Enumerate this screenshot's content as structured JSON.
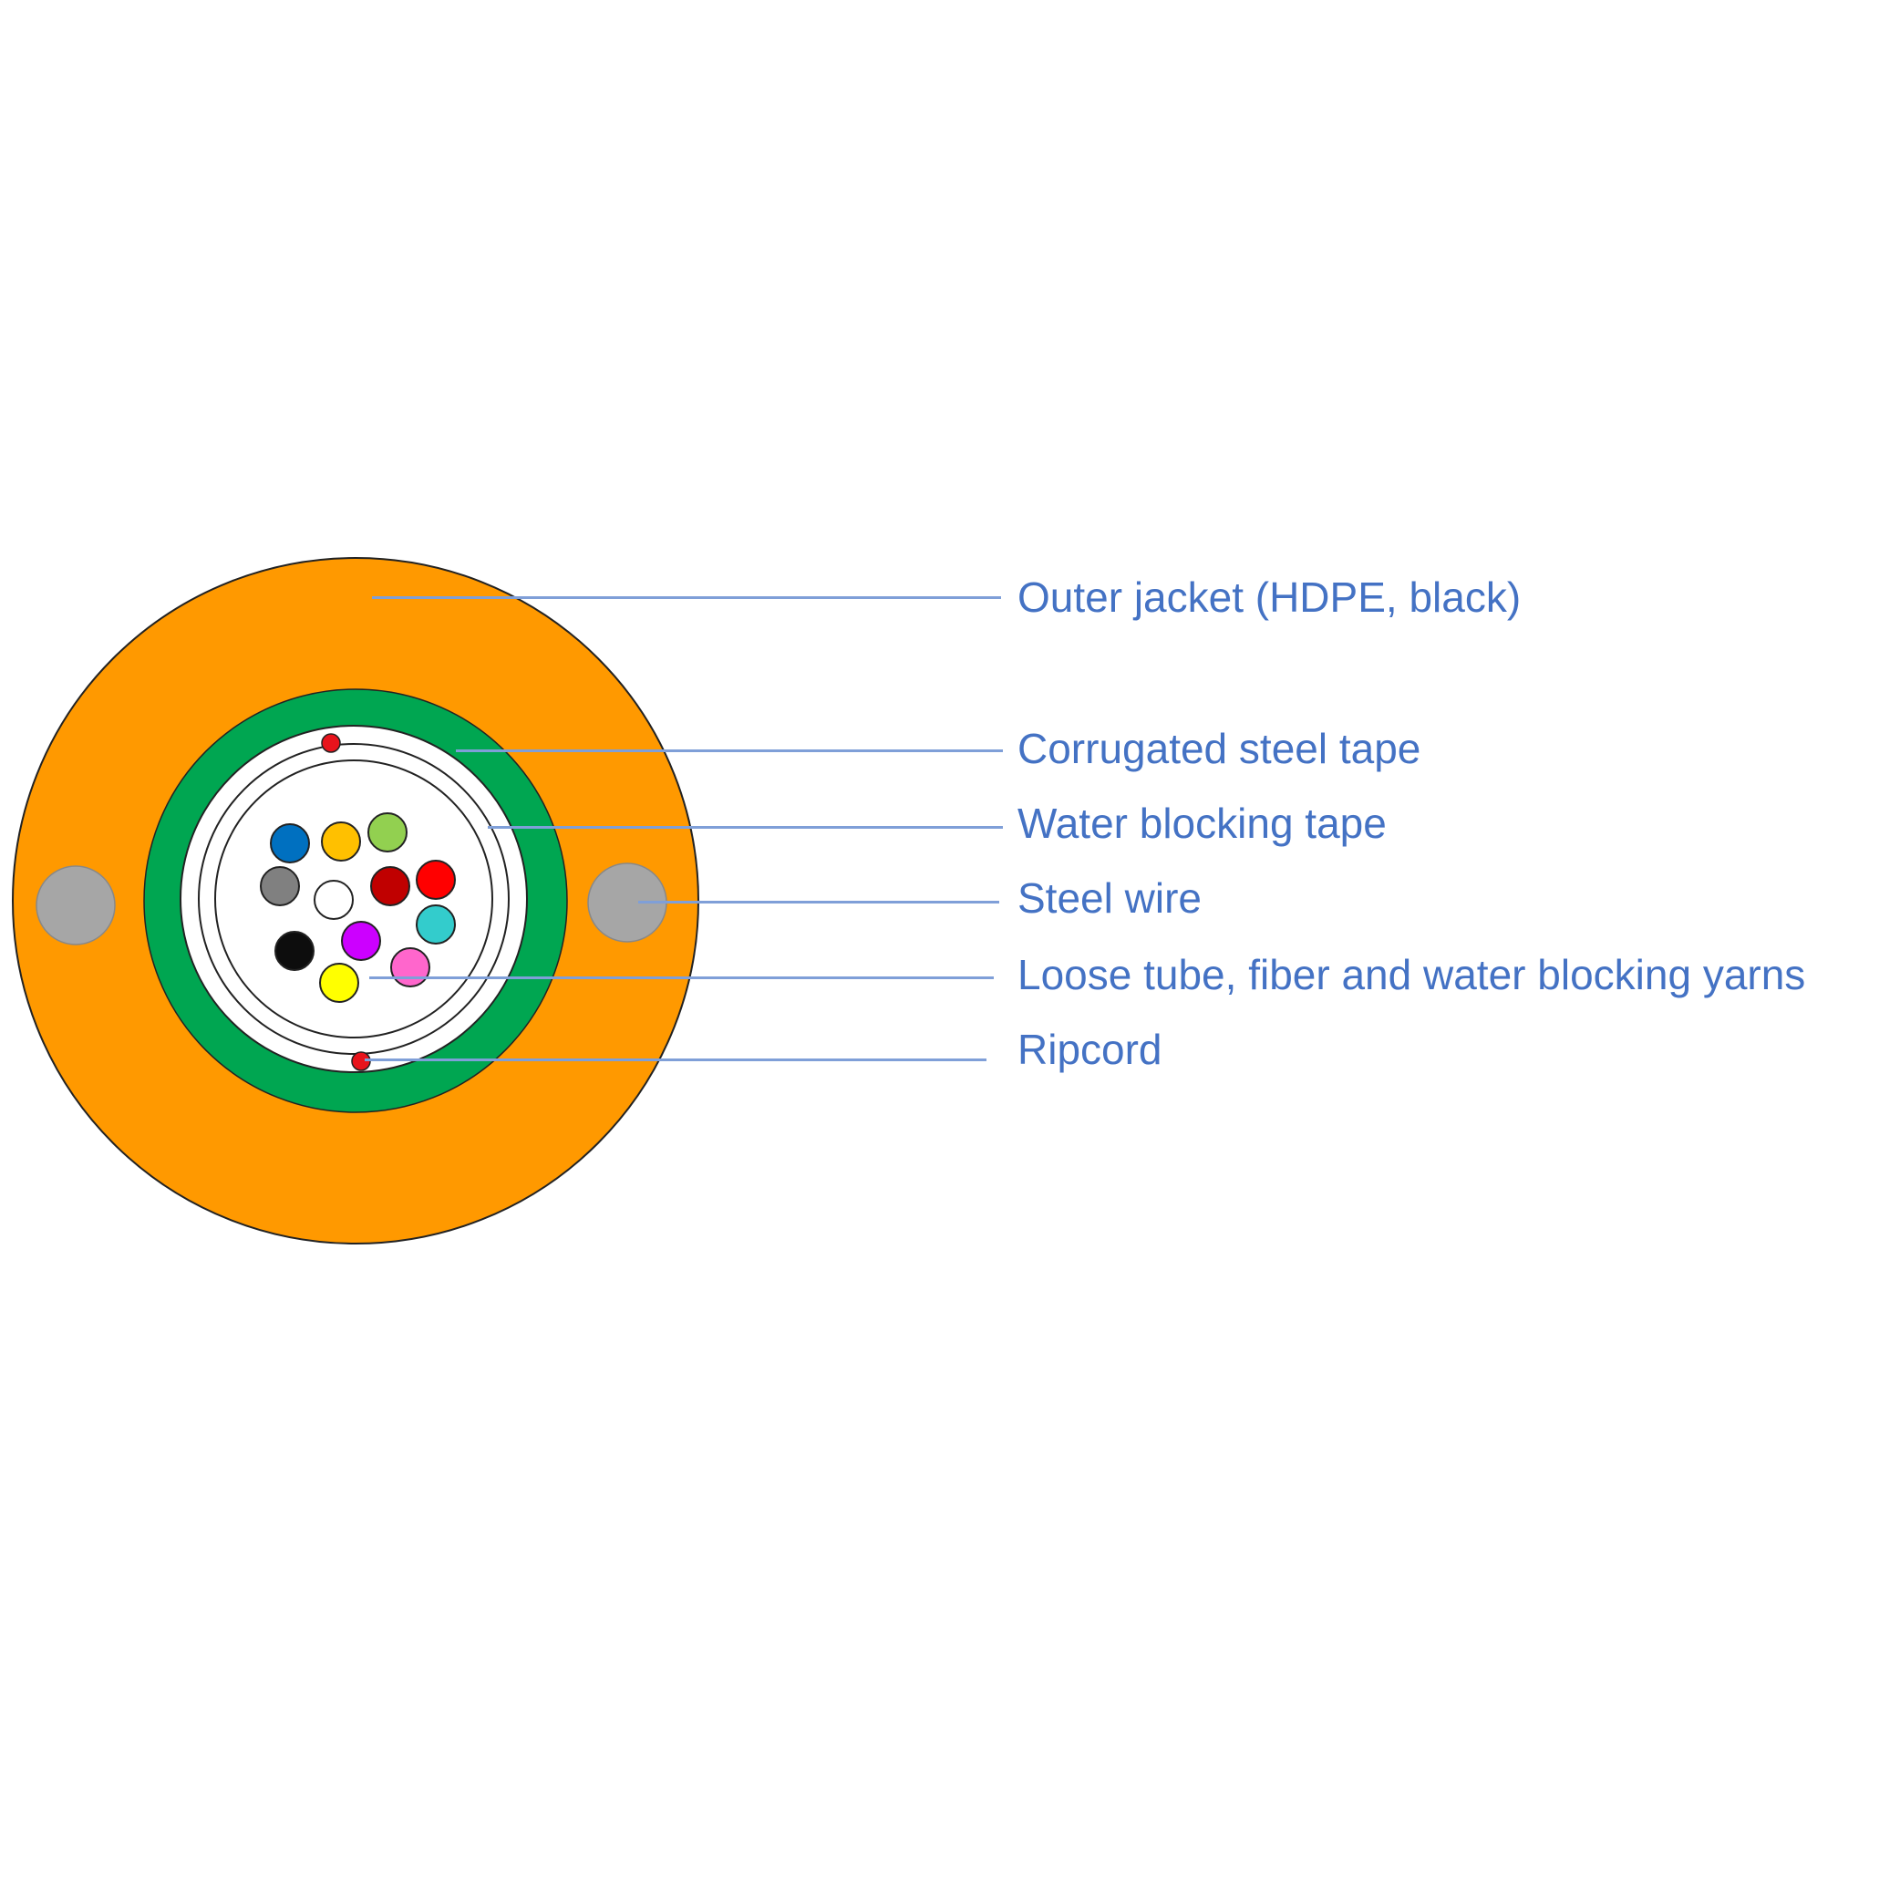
{
  "colors": {
    "label_text": "#4472C4",
    "leader": "#7F9FD8",
    "jacket": "#FF9900",
    "armor": "#00A651",
    "steel_wire": "#A6A6A6",
    "ripcord": "#E8141C",
    "outline": "#222222"
  },
  "labels": {
    "outer_jacket": "Outer jacket (HDPE, black)",
    "corrugated_steel_tape": "Corrugated steel tape",
    "water_blocking_tape": "Water blocking tape",
    "steel_wire": "Steel wire",
    "loose_tube": "Loose tube, fiber and water blocking yarns",
    "ripcord": "Ripcord"
  },
  "fibers": [
    {
      "name": "blue",
      "color": "#0070C0"
    },
    {
      "name": "orange",
      "color": "#FFC000"
    },
    {
      "name": "green",
      "color": "#92D050"
    },
    {
      "name": "gray",
      "color": "#808080"
    },
    {
      "name": "white",
      "color": "#FFFFFF"
    },
    {
      "name": "brown",
      "color": "#C00000"
    },
    {
      "name": "red",
      "color": "#FF0000"
    },
    {
      "name": "black",
      "color": "#0D0D0D"
    },
    {
      "name": "violet",
      "color": "#CC00FF"
    },
    {
      "name": "aqua",
      "color": "#33CCCC"
    },
    {
      "name": "yellow",
      "color": "#FFFF00"
    },
    {
      "name": "rose",
      "color": "#FF66CC"
    }
  ]
}
